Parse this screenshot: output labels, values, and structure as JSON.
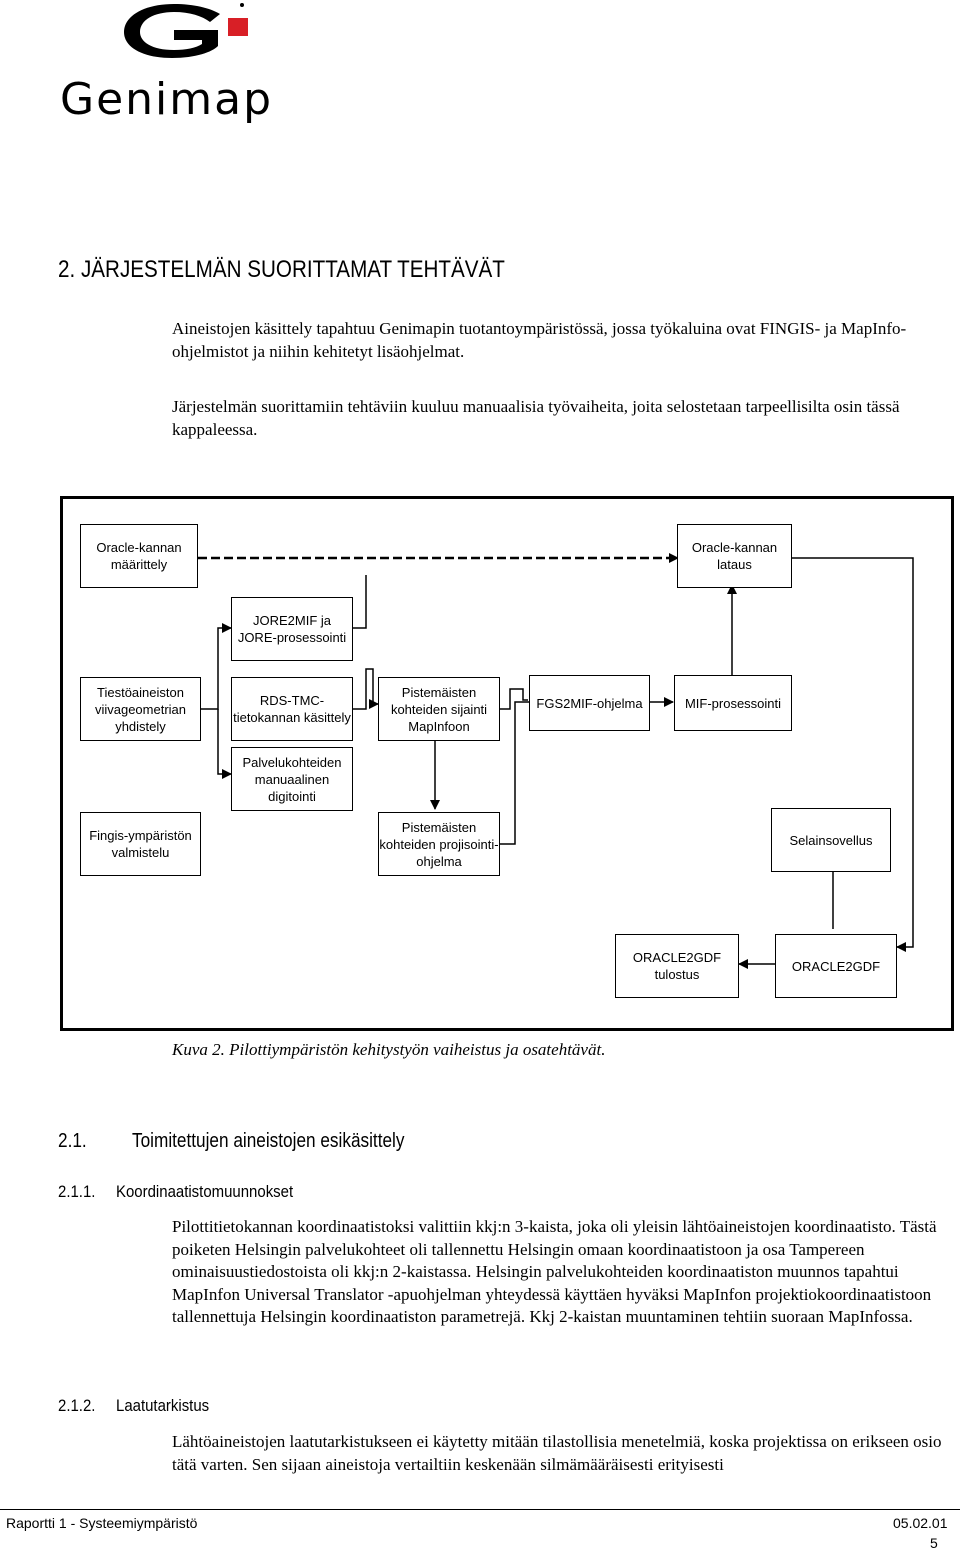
{
  "logo": {
    "text": "Genimap"
  },
  "section": {
    "heading": "2. JÄRJESTELMÄN SUORITTAMAT TEHTÄVÄT"
  },
  "intro": {
    "p1": "Aineistojen käsittely tapahtuu Genimapin tuotantoympäristössä, jossa työkaluina ovat FINGIS- ja MapInfo-ohjelmistot ja niihin kehitetyt lisäohjelmat.",
    "p2": "Järjestelmän suorittamiin tehtäviin kuuluu manuaalisia työvaiheita, joita selostetaan tarpeellisilta osin tässä kappaleessa."
  },
  "diagram": {
    "oracle_maarittely": "Oracle-kannan määrittely",
    "oracle_lataus": "Oracle-kannan lataus",
    "jore2mif": "JORE2MIF ja JORE-prosessointi",
    "tiesto": "Tiestöaineiston viivageometrian yhdistely",
    "rds": "RDS-TMC-tietokannan käsittely",
    "pistemaisten_sijainti": "Pistemäisten kohteiden sijainti MapInfoon",
    "fgs2mif": "FGS2MIF-ohjelma",
    "mif": "MIF-prosessointi",
    "palvelu": "Palvelukohteiden manuaalinen digitointi",
    "fingis": "Fingis-ympäristön valmistelu",
    "projisointi": "Pistemäisten kohteiden projisointi-ohjelma",
    "selain": "Selainsovellus",
    "oracle2gdf_tulostus": "ORACLE2GDF tulostus",
    "oracle2gdf": "ORACLE2GDF"
  },
  "caption": "Kuva 2. Pilottiympäristön kehitystyön vaiheistus ja osatehtävät.",
  "s21": {
    "number": "2.1.",
    "title": "Toimitettujen aineistojen esikäsittely"
  },
  "s211": {
    "number": "2.1.1.",
    "title": "Koordinaatistomuunnokset",
    "text": "Pilottitietokannan koordinaatistoksi valittiin kkj:n 3-kaista, joka oli yleisin lähtöaineistojen koordinaatisto. Tästä poiketen Helsingin palvelukohteet oli tallennettu Helsingin omaan koordinaatistoon ja osa Tampereen ominaisuustiedostoista oli kkj:n 2-kaistassa. Helsingin palvelukohteiden koordinaatiston muunnos tapahtui MapInfon Universal Translator -apuohjelman yhteydessä käyttäen hyväksi MapInfon projektiokoordinaatistoon tallennettuja Helsingin koordinaatiston parametrejä. Kkj 2-kaistan muuntaminen tehtiin suoraan MapInfossa."
  },
  "s212": {
    "number": "2.1.2.",
    "title": "Laatutarkistus",
    "text": "Lähtöaineistojen laatutarkistukseen ei käytetty mitään tilastollisia menetelmiä, koska projektissa on erikseen osio tätä varten. Sen sijaan aineistoja vertailtiin keskenään silmämääräisesti erityisesti"
  },
  "footer": {
    "left": "Raportti 1 - Systeemiympäristö",
    "date": "05.02.01",
    "page": "5"
  }
}
